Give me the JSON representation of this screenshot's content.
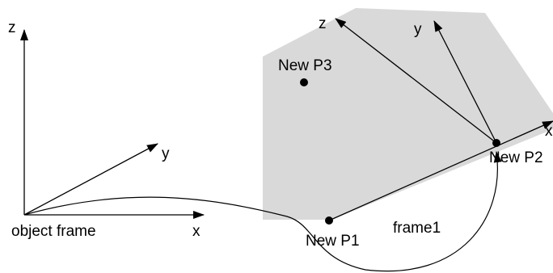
{
  "object_frame": {
    "caption": "object frame",
    "axis_x": "x",
    "axis_y": "y",
    "axis_z": "z"
  },
  "new_frame": {
    "axis_x": "x",
    "axis_y": "y",
    "axis_z": "z"
  },
  "points": {
    "p1": "New P1",
    "p2": "New P2",
    "p3": "New P3"
  },
  "transform_label": "frame1",
  "colors": {
    "plane_fill": "#d9d9d9",
    "line": "#000000",
    "background": "#ffffff"
  }
}
